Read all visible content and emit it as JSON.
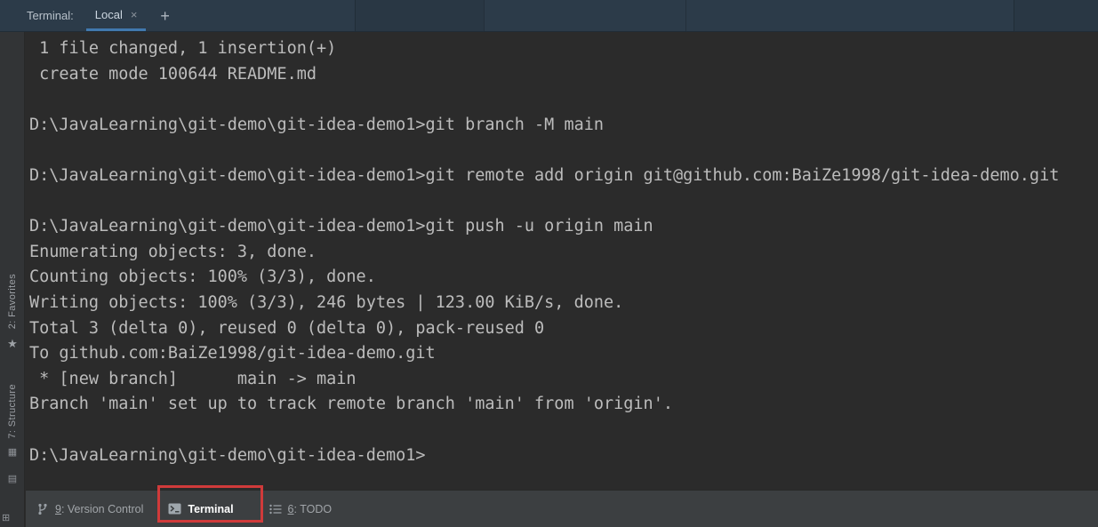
{
  "colors": {
    "header_bg": "#2c3b49",
    "tab_underline": "#4179ae",
    "terminal_bg": "#2b2b2b",
    "terminal_text": "#bcbcbc",
    "stripe_bg": "#323436",
    "status_bg": "#3c3f41",
    "status_text": "#a1a5a9",
    "active_text": "#ffffff",
    "highlight_red": "#d03a3a"
  },
  "header": {
    "title": "Terminal:",
    "tab": {
      "label": "Local",
      "close": "×"
    },
    "new_tab": "+"
  },
  "left_bar": {
    "favorites_label": "2: Favorites",
    "structure_label": "7: Structure"
  },
  "glyphs": {
    "star": "★",
    "grid": "▦",
    "rows": "▤",
    "corner": "⊞"
  },
  "terminal": {
    "lines": [
      " 1 file changed, 1 insertion(+)",
      " create mode 100644 README.md",
      "",
      "D:\\JavaLearning\\git-demo\\git-idea-demo1>git branch -M main",
      "",
      "D:\\JavaLearning\\git-demo\\git-idea-demo1>git remote add origin git@github.com:BaiZe1998/git-idea-demo.git",
      "",
      "D:\\JavaLearning\\git-demo\\git-idea-demo1>git push -u origin main",
      "Enumerating objects: 3, done.",
      "Counting objects: 100% (3/3), done.",
      "Writing objects: 100% (3/3), 246 bytes | 123.00 KiB/s, done.",
      "Total 3 (delta 0), reused 0 (delta 0), pack-reused 0",
      "To github.com:BaiZe1998/git-idea-demo.git",
      " * [new branch]      main -> main",
      "Branch 'main' set up to track remote branch 'main' from 'origin'.",
      "",
      "D:\\JavaLearning\\git-demo\\git-idea-demo1>"
    ]
  },
  "status_bar": {
    "version_control": {
      "mnemonic": "9",
      "rest": ": Version Control"
    },
    "terminal": {
      "label": "Terminal"
    },
    "todo": {
      "mnemonic": "6",
      "rest": ": TODO"
    }
  }
}
